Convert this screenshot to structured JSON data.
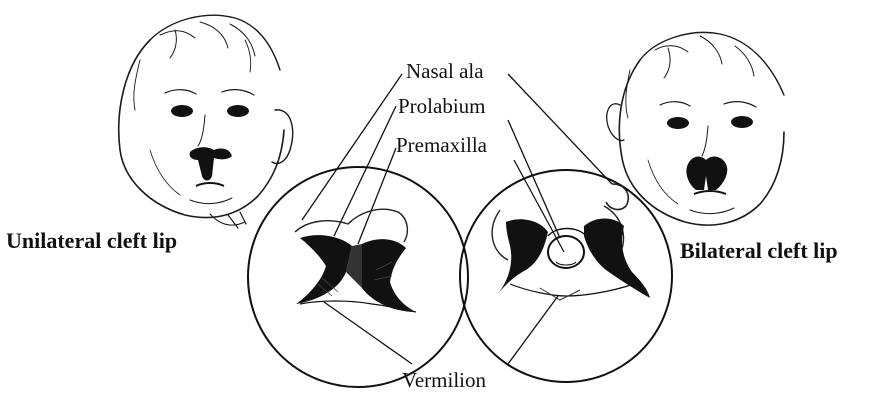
{
  "labels": {
    "nasal_ala": "Nasal ala",
    "prolabium": "Prolabium",
    "premaxilla": "Premaxilla",
    "vermilion": "Vermilion"
  },
  "captions": {
    "unilateral": "Unilateral cleft lip",
    "bilateral": "Bilateral cleft lip"
  },
  "colors": {
    "ink": "#111111",
    "background": "#ffffff"
  }
}
